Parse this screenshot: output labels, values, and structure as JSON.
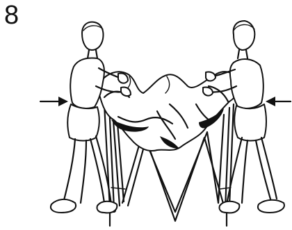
{
  "diagram": {
    "step_number": "8",
    "figures": [
      {
        "role": "person-left"
      },
      {
        "role": "person-right"
      }
    ],
    "arrows": [
      {
        "direction": "right"
      },
      {
        "direction": "left"
      }
    ],
    "object": "folding-frame-with-cover"
  }
}
